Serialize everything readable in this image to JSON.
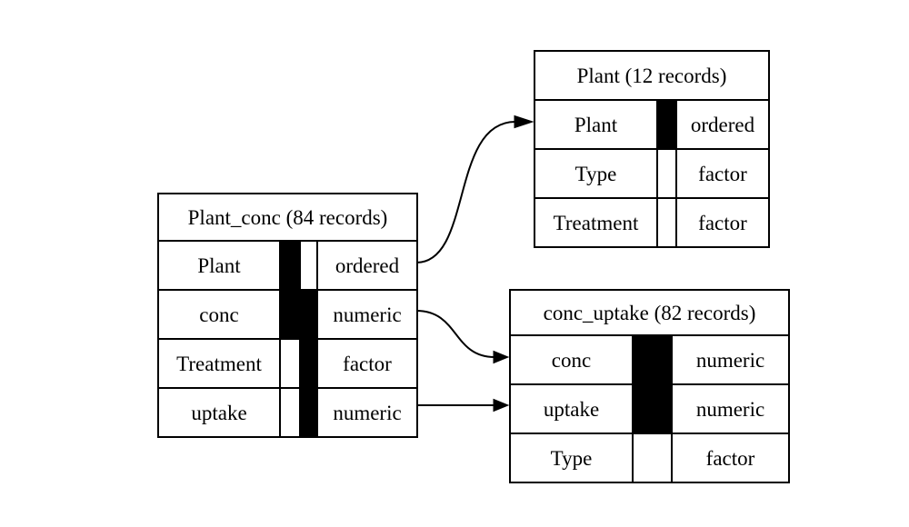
{
  "colors": {
    "background": "#ffffff",
    "line": "#000000",
    "key_fill": "#000000"
  },
  "tables": [
    {
      "id": "Plant_conc",
      "title": "Plant_conc (84 records)",
      "key_count": 2,
      "rows": [
        {
          "name": "Plant",
          "type": "ordered",
          "keys": [
            true,
            false
          ]
        },
        {
          "name": "conc",
          "type": "numeric",
          "keys": [
            true,
            true
          ]
        },
        {
          "name": "Treatment",
          "type": "factor",
          "keys": [
            false,
            true
          ]
        },
        {
          "name": "uptake",
          "type": "numeric",
          "keys": [
            false,
            true
          ]
        }
      ]
    },
    {
      "id": "Plant",
      "title": "Plant (12 records)",
      "key_count": 1,
      "rows": [
        {
          "name": "Plant",
          "type": "ordered",
          "keys": [
            true
          ]
        },
        {
          "name": "Type",
          "type": "factor",
          "keys": [
            false
          ]
        },
        {
          "name": "Treatment",
          "type": "factor",
          "keys": [
            false
          ]
        }
      ]
    },
    {
      "id": "conc_uptake",
      "title": "conc_uptake (82 records)",
      "key_count": 1,
      "rows": [
        {
          "name": "conc",
          "type": "numeric",
          "keys": [
            true
          ]
        },
        {
          "name": "uptake",
          "type": "numeric",
          "keys": [
            true
          ]
        },
        {
          "name": "Type",
          "type": "factor",
          "keys": [
            false
          ]
        }
      ]
    }
  ],
  "arrows": [
    {
      "from": "Plant_conc.Plant",
      "to": "Plant.Plant"
    },
    {
      "from": "Plant_conc.conc",
      "to": "conc_uptake.conc"
    },
    {
      "from": "Plant_conc.uptake",
      "to": "conc_uptake.uptake"
    }
  ]
}
